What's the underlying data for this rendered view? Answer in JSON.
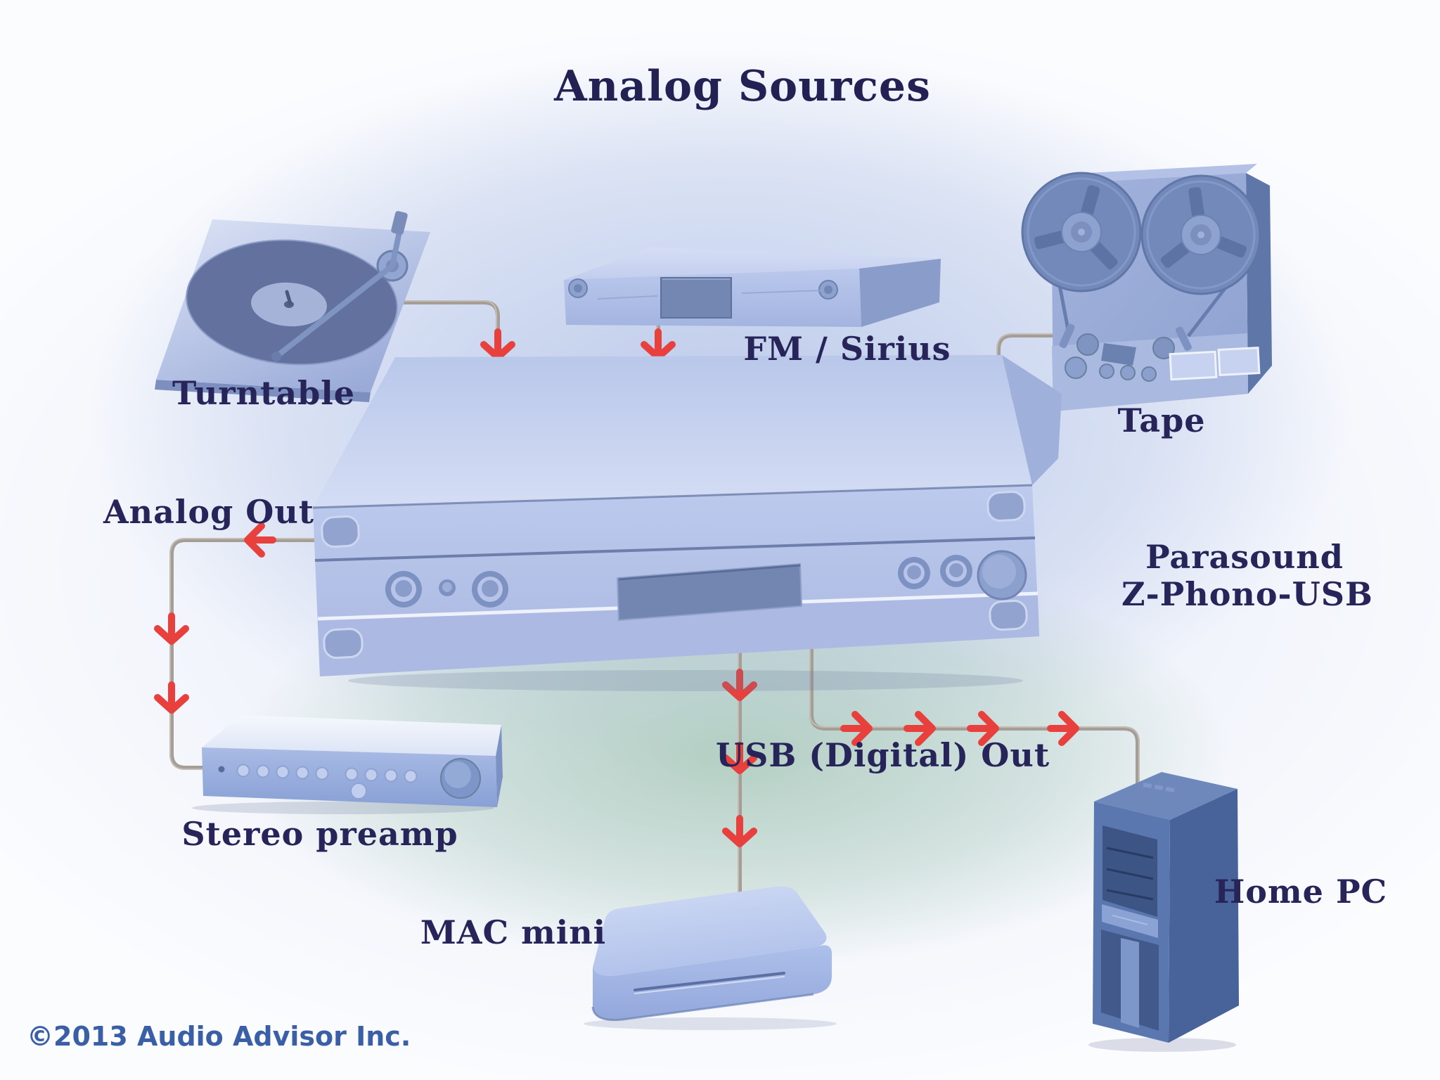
{
  "title": "Analog Sources",
  "footer": "©2013 Audio Advisor Inc.",
  "devices": {
    "turntable": {
      "label": "Turntable"
    },
    "fm_sirius": {
      "label": "FM / Sirius"
    },
    "tape": {
      "label": "Tape"
    },
    "parasound": {
      "label_line1": "Parasound",
      "label_line2": "Z-Phono-USB"
    },
    "stereo_preamp": {
      "label": "Stereo preamp"
    },
    "mac_mini": {
      "label": "MAC mini"
    },
    "home_pc": {
      "label": "Home PC"
    }
  },
  "connections": {
    "analog_out": {
      "label": "Analog Out"
    },
    "usb_digital_out": {
      "label": "USB (Digital) Out"
    }
  },
  "colors": {
    "label_text": "#262459",
    "title_text": "#232153",
    "footer_text": "#3b5fa7",
    "wire": "#a49e96",
    "arrow": "#e8403c"
  }
}
